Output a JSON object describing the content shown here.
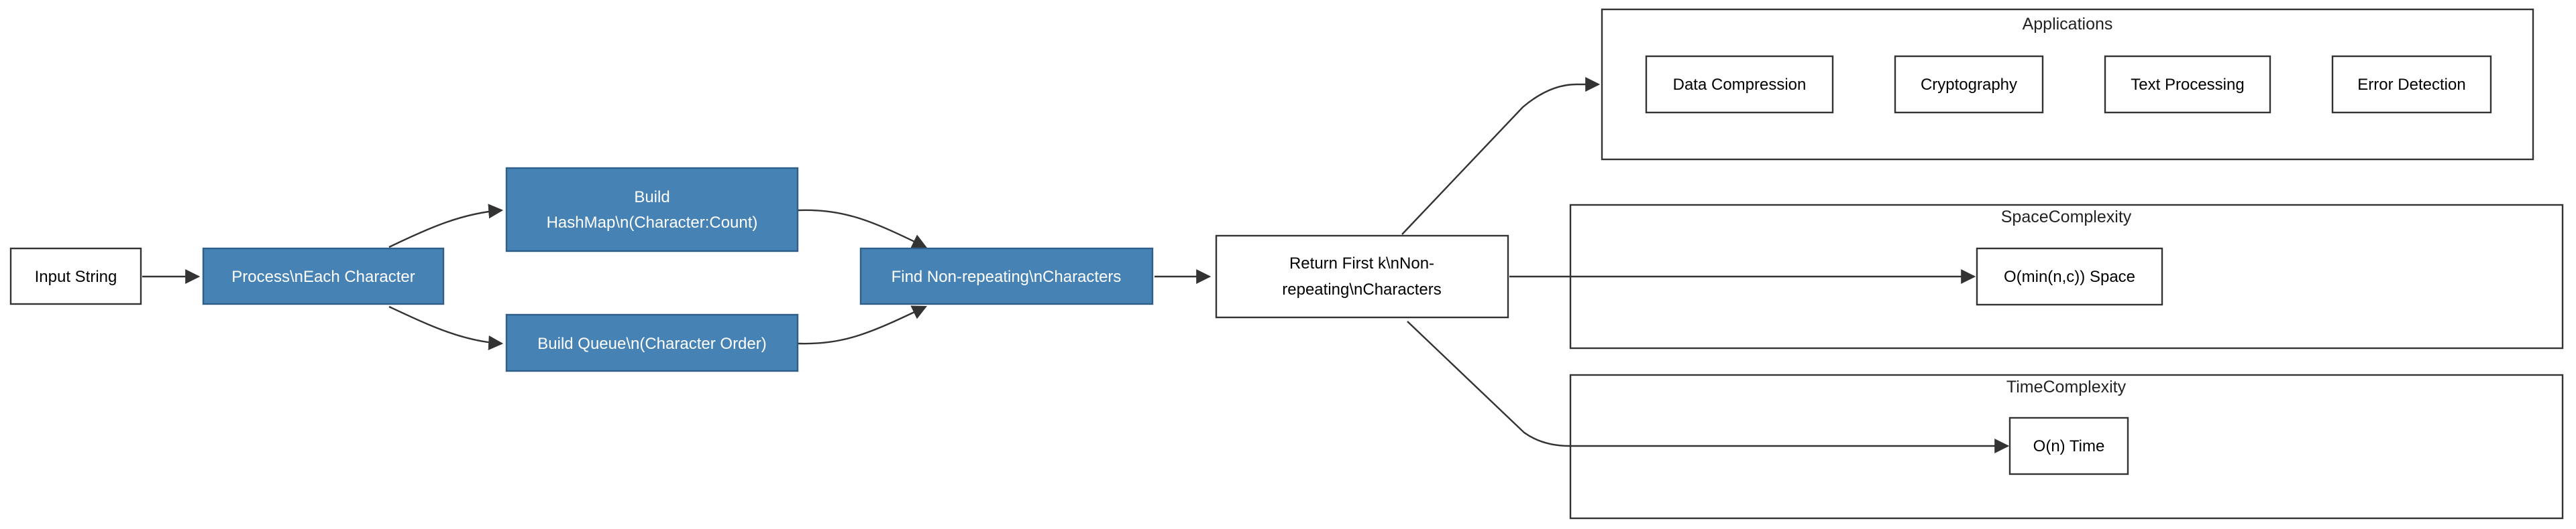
{
  "colors": {
    "process_fill": "#4682b4",
    "process_text": "#ffffff",
    "plain_fill": "#ffffff",
    "plain_text": "#000000",
    "stroke": "#333333"
  },
  "nodes": {
    "input": {
      "lines": [
        "Input String"
      ]
    },
    "process": {
      "lines": [
        "Process\\nEach Character"
      ]
    },
    "hashmap": {
      "lines": [
        "Build",
        "HashMap\\n(Character:Count)"
      ]
    },
    "queue": {
      "lines": [
        "Build Queue\\n(Character Order)"
      ]
    },
    "find": {
      "lines": [
        "Find Non-repeating\\nCharacters"
      ]
    },
    "return": {
      "lines": [
        "Return First k\\nNon-",
        "repeating\\nCharacters"
      ]
    },
    "compression": {
      "lines": [
        "Data Compression"
      ]
    },
    "cryptography": {
      "lines": [
        "Cryptography"
      ]
    },
    "textproc": {
      "lines": [
        "Text Processing"
      ]
    },
    "errordet": {
      "lines": [
        "Error Detection"
      ]
    },
    "space": {
      "lines": [
        "O(min(n,c)) Space"
      ]
    },
    "time": {
      "lines": [
        "O(n) Time"
      ]
    }
  },
  "clusters": {
    "applications": {
      "label": "Applications"
    },
    "space_complexity": {
      "label": "SpaceComplexity"
    },
    "time_complexity": {
      "label": "TimeComplexity"
    }
  }
}
